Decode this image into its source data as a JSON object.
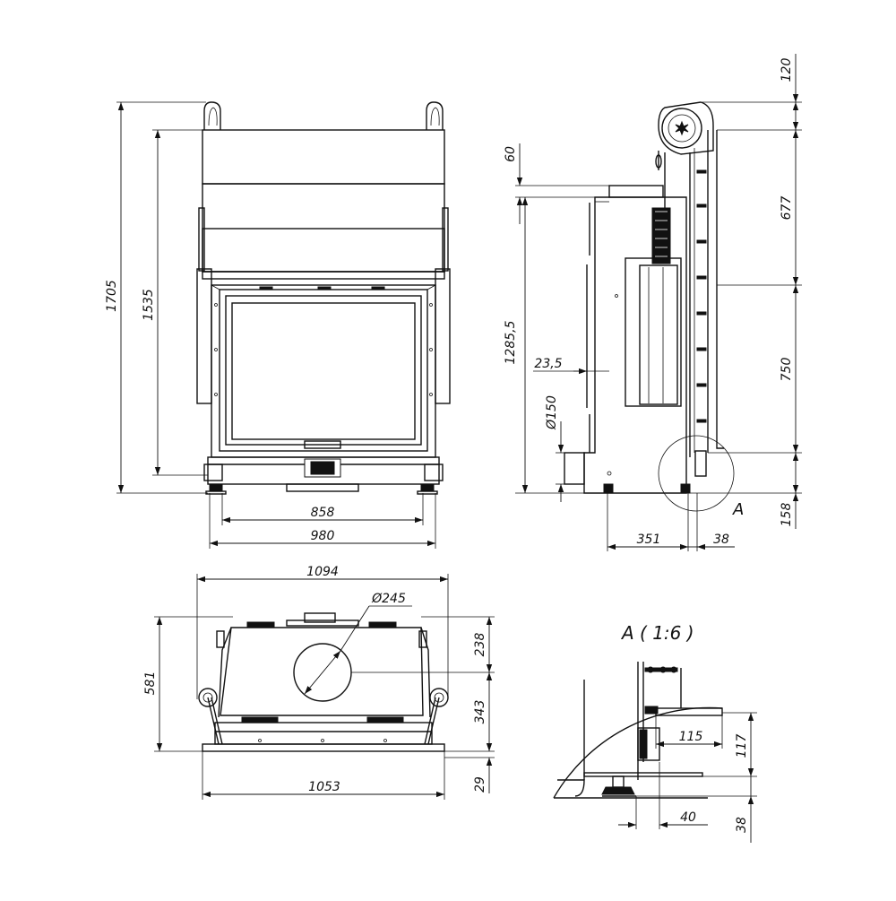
{
  "dimensions": {
    "front_total_height": "1705",
    "front_body_height": "1535",
    "front_glass_width": "858",
    "front_body_width": "980",
    "side_top_offset": "120",
    "side_upper_offset": "60",
    "side_upper_section": "677",
    "side_body_height": "1285,5",
    "side_offset_small": "23,5",
    "side_flue_diameter": "Ø150",
    "side_middle_section": "750",
    "side_bottom_section": "158",
    "side_depth": "351",
    "side_foot_offset": "38",
    "top_total_width": "1094",
    "top_flue_diameter": "Ø245",
    "top_depth": "581",
    "top_flue_offset": "238",
    "top_rear_offset": "343",
    "top_body_width": "1053",
    "top_front_offset": "29",
    "detail_width": "115",
    "detail_height": "117",
    "detail_foot_width": "40",
    "detail_foot_height": "38"
  },
  "labels": {
    "detail_marker": "A",
    "detail_title": "A ( 1:6 )"
  }
}
